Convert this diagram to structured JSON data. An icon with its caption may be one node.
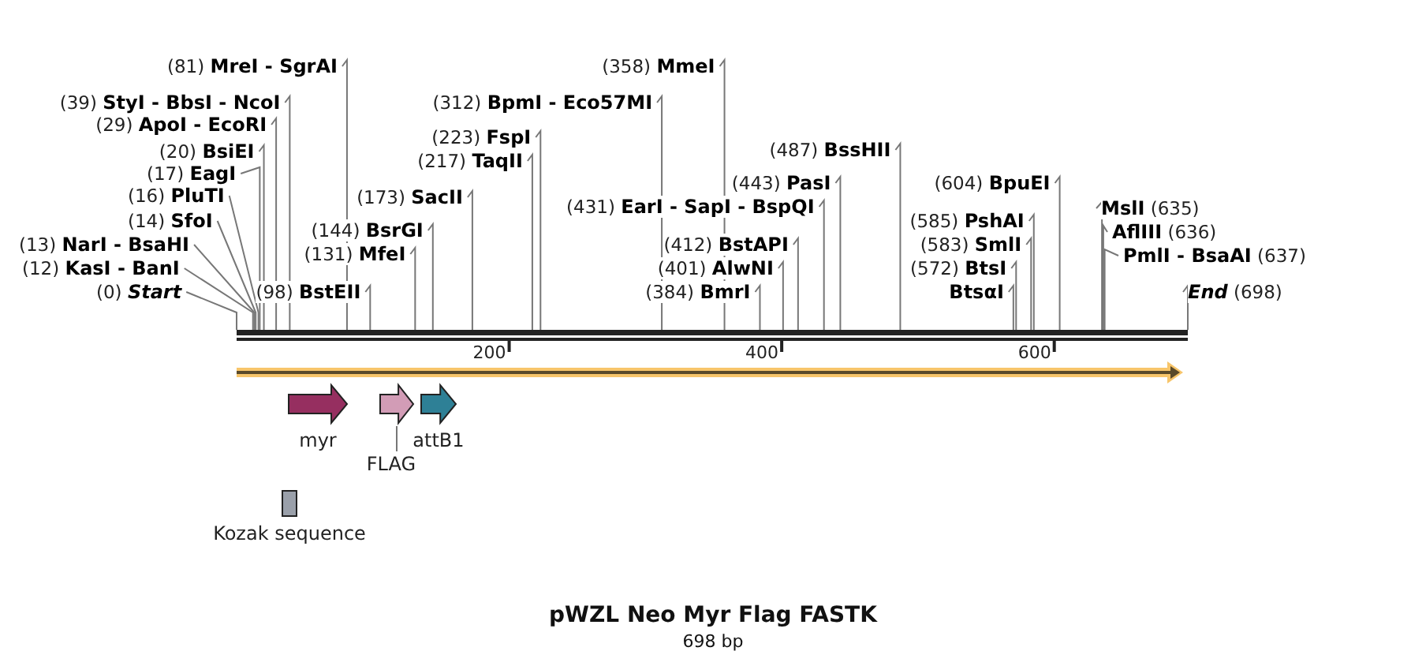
{
  "diagram": {
    "title": "pWZL Neo Myr Flag FASTK",
    "caption": "698 bp",
    "nodes": [
      {
        "text": [
          "(81) **MreI  - SgrAI**"
        ]
      },
      {
        "text": [
          "(39) **StyI  - BbsI  - NcoI**"
        ]
      },
      {
        "text": [
          "(29) **ApoI  - EcoRI**"
        ]
      },
      {
        "text": [
          "(20) **BsiEI**"
        ]
      },
      {
        "text": [
          "(17) **EagI**"
        ]
      },
      {
        "text": [
          "(16) **PluTI**"
        ]
      },
      {
        "text": [
          "(14) **SfoI**"
        ]
      },
      {
        "text": [
          "(13) **NarI  - BsaHI**"
        ]
      },
      {
        "text": [
          "(12) **KasI  - BanI**"
        ]
      },
      {
        "text": [
          "(0) **Start**"
        ]
      },
      {
        "text": [
          "(98) **BstEII**"
        ]
      },
      {
        "text": [
          "(131) **MfeI**"
        ]
      },
      {
        "text": [
          "(144) **BsrGI**"
        ]
      },
      {
        "text": [
          "(173) **SacII**"
        ]
      },
      {
        "text": [
          "(217) **TaqII**"
        ]
      },
      {
        "text": [
          "(223) **FspI**"
        ]
      },
      {
        "text": [
          "(312) **BpmI  - Eco57MI**"
        ]
      },
      {
        "text": [
          "(358) **MmeI**"
        ]
      },
      {
        "text": [
          "(431) **EarI  - SapI  - BspQI**"
        ]
      },
      {
        "text": [
          "(384) **BmrI**"
        ]
      },
      {
        "text": [
          "(401) **AlwNI**"
        ]
      },
      {
        "text": [
          "(412) **BstAPI**"
        ]
      },
      {
        "text": [
          "(443) **PasI**"
        ]
      },
      {
        "text": [
          "(487) **BssHII**"
        ]
      },
      {
        "text": [
          "(572) **BtsI**"
        ]
      },
      {
        "text": [
          "(583) **SmlI**"
        ]
      },
      {
        "text": [
          "(585) **PshAI**"
        ]
      },
      {
        "text": [
          "**BtsαI**"
        ]
      },
      {
        "text": [
          "(604) **BpuEI**"
        ]
      },
      {
        "text": [
          "**MslI** (635)"
        ]
      },
      {
        "text": [
          "**AflIII** (636)"
        ]
      },
      {
        "text": [
          "**PmlI  - BsaAI** (637)"
        ]
      },
      {
        "text": [
          "**End** (698)"
        ]
      },
      {
        "text": [
          "myr"
        ]
      },
      {
        "text": [],
        "shape": "arrow"
      },
      {
        "text": [
          "FLAG"
        ]
      },
      {
        "text": [
          "attB1"
        ]
      },
      {
        "text": [
          "Kozak sequence"
        ]
      },
      {
        "text": [],
        "shape": "bar"
      }
    ],
    "edges": [
      {
        "from": 0,
        "to": 38,
        "arrow": "none"
      },
      {
        "from": 1,
        "to": 38,
        "arrow": "none"
      },
      {
        "from": 2,
        "to": 38,
        "arrow": "none"
      },
      {
        "from": 3,
        "to": 38,
        "arrow": "none"
      },
      {
        "from": 4,
        "to": 38,
        "arrow": "none"
      },
      {
        "from": 5,
        "to": 38,
        "arrow": "none"
      },
      {
        "from": 6,
        "to": 38,
        "arrow": "none"
      },
      {
        "from": 7,
        "to": 38,
        "arrow": "none"
      },
      {
        "from": 8,
        "to": 38,
        "arrow": "none"
      },
      {
        "from": 9,
        "to": 38,
        "arrow": "none"
      },
      {
        "from": 10,
        "to": 38,
        "arrow": "none"
      },
      {
        "from": 11,
        "to": 38,
        "arrow": "none"
      },
      {
        "from": 12,
        "to": 38,
        "arrow": "none"
      },
      {
        "from": 13,
        "to": 38,
        "arrow": "none"
      },
      {
        "from": 14,
        "to": 38,
        "arrow": "none"
      },
      {
        "from": 15,
        "to": 38,
        "arrow": "none"
      },
      {
        "from": 16,
        "to": 38,
        "arrow": "none"
      },
      {
        "from": 17,
        "to": 38,
        "arrow": "none"
      },
      {
        "from": 18,
        "to": 38,
        "arrow": "none"
      },
      {
        "from": 19,
        "to": 38,
        "arrow": "none"
      },
      {
        "from": 20,
        "to": 38,
        "arrow": "none"
      },
      {
        "from": 21,
        "to": 38,
        "arrow": "none"
      },
      {
        "from": 22,
        "to": 38,
        "arrow": "none"
      },
      {
        "from": 23,
        "to": 38,
        "arrow": "none"
      },
      {
        "from": 24,
        "to": 38,
        "arrow": "none"
      },
      {
        "from": 25,
        "to": 38,
        "arrow": "none"
      },
      {
        "from": 26,
        "to": 38,
        "arrow": "none"
      },
      {
        "from": 27,
        "to": 38,
        "arrow": "none"
      },
      {
        "from": 28,
        "to": 38,
        "arrow": "none"
      },
      {
        "from": 29,
        "to": 38,
        "arrow": "none"
      },
      {
        "from": 30,
        "to": 38,
        "arrow": "none"
      },
      {
        "from": 31,
        "to": 38,
        "arrow": "none"
      },
      {
        "from": 32,
        "to": 38,
        "arrow": "none"
      },
      {
        "from": 35,
        "to": 34,
        "arrow": "none"
      }
    ],
    "labels": [
      "200",
      "400",
      "600"
    ]
  }
}
